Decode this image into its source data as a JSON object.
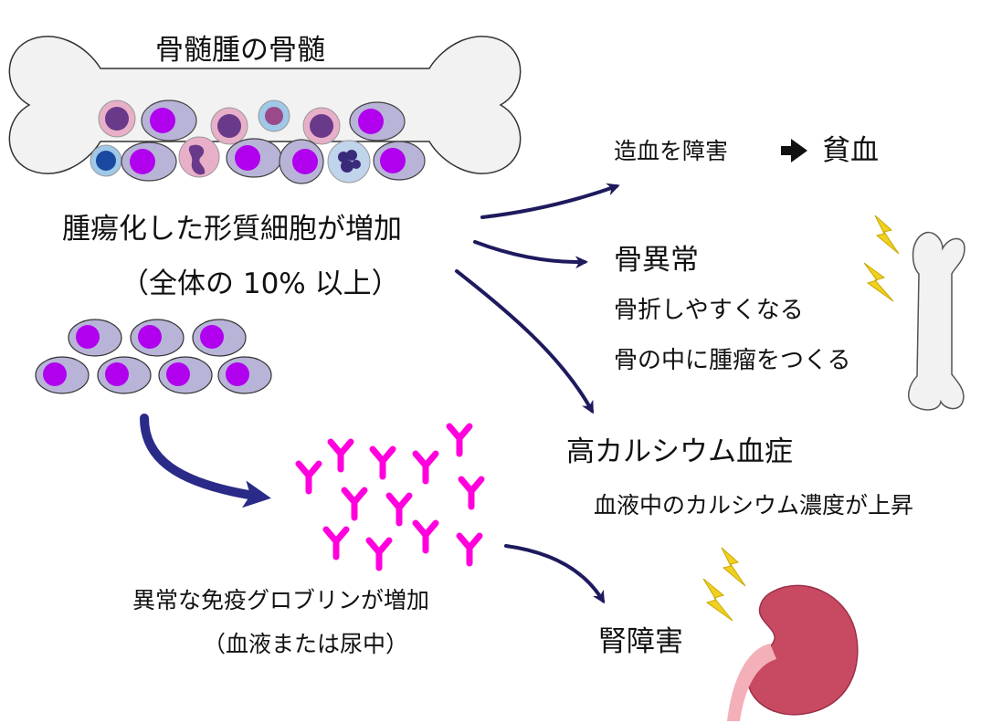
{
  "title": "骨髄腫の骨髄",
  "plasma_increase": "腫瘍化した形質細胞が増加",
  "plasma_note": "（全体の 10% 以上）",
  "anemia_cause": "造血を障害",
  "anemia_result": "貧血",
  "bone_heading": "骨異常",
  "bone_item1": "骨折しやすくなる",
  "bone_item2": "骨の中に腫瘤をつくる",
  "calcium_heading": "高カルシウム血症",
  "calcium_desc": "血液中のカルシウム濃度が上昇",
  "globulin_increase": "異常な免疫グロブリンが増加",
  "globulin_note": "（血液または尿中）",
  "kidney_heading": "腎障害",
  "colors": {
    "arrow": "#1e1a5e",
    "nucleus": "#b000ee",
    "cell_body": "#b8b4d8",
    "antibody": "#ff00dd",
    "bone": "#f2f2f2",
    "kidney": "#c84a62",
    "lightning": "#f0d020"
  },
  "icons": [
    "bone-marrow-illustration",
    "plasma-cell-icon",
    "antibody-icon",
    "bone-icon",
    "kidney-icon",
    "lightning-icon",
    "right-arrow-icon"
  ]
}
